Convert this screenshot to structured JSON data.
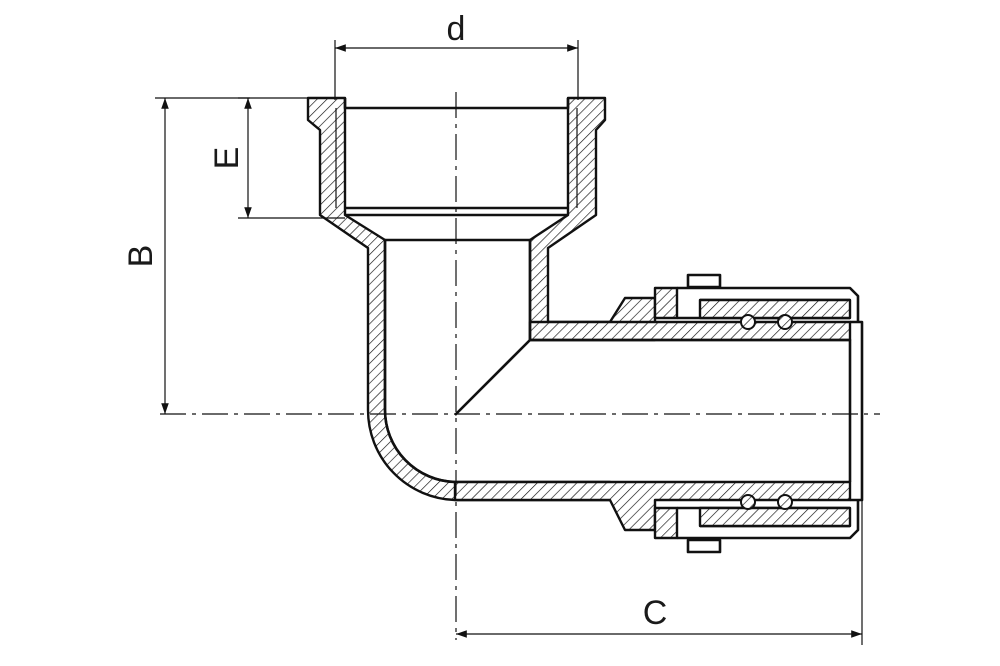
{
  "dimensions": {
    "d": "d",
    "E": "E",
    "B": "B",
    "C": "C"
  },
  "colors": {
    "stroke": "#111111",
    "background": "#ffffff"
  }
}
